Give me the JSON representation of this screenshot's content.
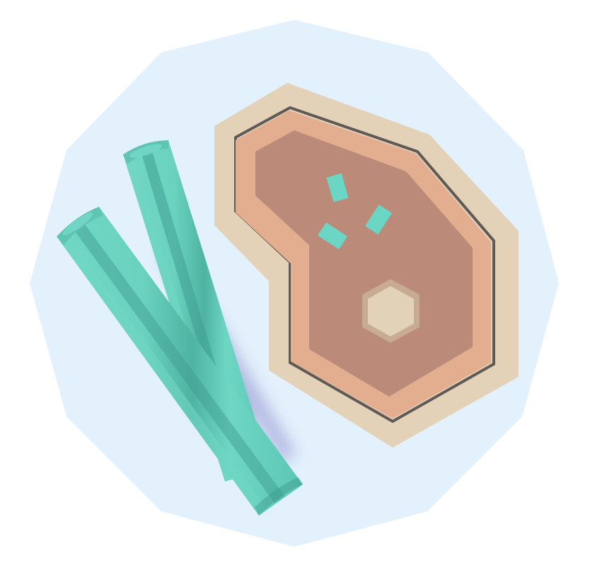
{
  "illustration": {
    "subject": "steak-with-asparagus-on-plate",
    "colors": {
      "background": "#ffffff",
      "plate": "#e2f1fc",
      "plate_edge": "#d6eaf8",
      "steak_fat": "#e3d2b7",
      "steak_crust_line": "#5f5a55",
      "steak_outer": "#e2ae8f",
      "steak_inner": "#bb8a79",
      "bone_outer": "#c8ac92",
      "bone_inner": "#e2d2b8",
      "herb": "#6bd6c4",
      "asparagus_light": "#72d7c5",
      "asparagus_mid": "#5fc4b2",
      "asparagus_dark": "#3f9e8f",
      "shadow": "#7b79c2"
    },
    "items": {
      "plate": "dodecagon-plate",
      "steak": "steak",
      "bone": "hexagon-bone",
      "herbs": [
        "herb-piece",
        "herb-piece",
        "herb-piece"
      ],
      "asparagus": [
        "asparagus-spear",
        "asparagus-spear"
      ]
    }
  }
}
